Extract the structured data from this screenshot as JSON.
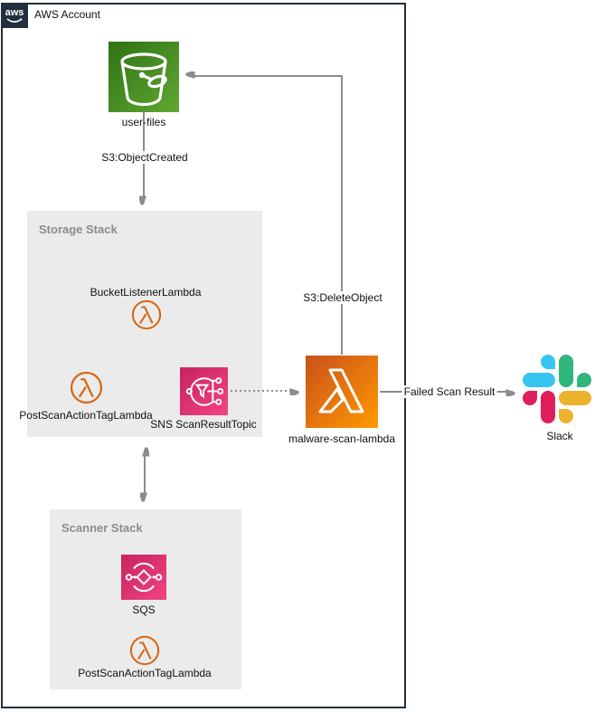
{
  "account": {
    "label": "AWS Account",
    "logo_text": "aws"
  },
  "groups": {
    "storage_stack": {
      "title": "Storage Stack"
    },
    "scanner_stack": {
      "title": "Scanner Stack"
    }
  },
  "nodes": {
    "user_files": {
      "label": "user-files",
      "icon": "s3-bucket-icon"
    },
    "bucket_listener_lambda": {
      "label": "BucketListenerLambda",
      "icon": "lambda-circle-icon"
    },
    "post_scan_action_tag_lambda_storage": {
      "label": "PostScanActionTagLambda",
      "icon": "lambda-circle-icon"
    },
    "sns_scan_result_topic": {
      "label": "SNS ScanResultTopic",
      "icon": "sns-icon"
    },
    "malware_scan_lambda": {
      "label": "malware-scan-lambda",
      "icon": "lambda-square-icon"
    },
    "sqs": {
      "label": "SQS",
      "icon": "sqs-icon"
    },
    "post_scan_action_tag_lambda_scanner": {
      "label": "PostScanActionTagLambda",
      "icon": "lambda-circle-icon"
    },
    "slack": {
      "label": "Slack",
      "icon": "slack-icon"
    }
  },
  "edges": {
    "object_created": {
      "label": "S3:ObjectCreated",
      "from": "user-files",
      "to": "Storage Stack",
      "style": "solid-arrow"
    },
    "delete_object": {
      "label": "S3:DeleteObject",
      "from": "malware-scan-lambda",
      "to": "user-files",
      "style": "solid-arrow"
    },
    "sns_to_lambda": {
      "label": "",
      "from": "SNS ScanResultTopic",
      "to": "malware-scan-lambda",
      "style": "dotted-arrow"
    },
    "failed_scan_result": {
      "label": "Failed Scan Result",
      "from": "malware-scan-lambda",
      "to": "Slack",
      "style": "solid-arrow"
    },
    "storage_scanner_link": {
      "label": "",
      "from": "Storage Stack",
      "to": "Scanner Stack",
      "style": "double-arrow"
    }
  },
  "colors": {
    "account_border": "#232F3E",
    "stack_fill": "#EBEBEB",
    "stack_title_text": "#8C8C8C",
    "arrow": "#8C8C8C",
    "s3_green_dark": "#1E650F",
    "s3_green_light": "#6CAE3E",
    "lambda_orange_dark": "#C8511B",
    "lambda_orange_light": "#FF9900",
    "lambda_outline_orange": "#D86613",
    "messaging_pink_dark": "#C7235F",
    "messaging_pink_light": "#F34482",
    "slack_blue": "#36C5F0",
    "slack_green": "#2EB67D",
    "slack_red": "#E01E5A",
    "slack_yellow": "#ECB22E"
  }
}
